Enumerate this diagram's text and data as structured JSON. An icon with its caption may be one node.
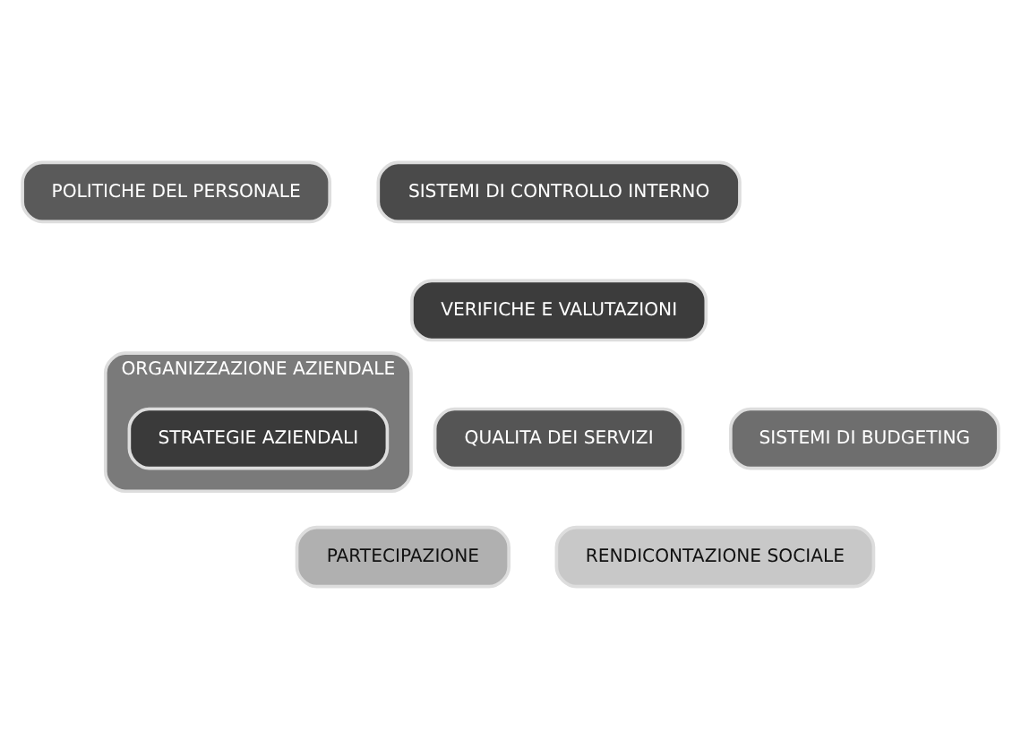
{
  "diagram": {
    "nodes": [
      {
        "text": [
          "POLITICHE DEL PERSONALE"
        ]
      },
      {
        "text": [
          "SISTEMI DI CONTROLLO INTERNO"
        ]
      },
      {
        "text": [
          "VERIFICHE E VALUTAZIONI"
        ]
      },
      {
        "text": [
          "ORGANIZZAZIONE AZIENDALE"
        ]
      },
      {
        "text": [
          "QUALITA DEI SERVIZI"
        ]
      },
      {
        "text": [
          "SISTEMI DI BUDGETING"
        ]
      },
      {
        "text": [
          "STRATEGIE AZIENDALI"
        ],
        "in": 3
      },
      {
        "text": [
          "PARTECIPAZIONE"
        ]
      },
      {
        "text": [
          "RENDICONTAZIONE SOCIALE"
        ]
      }
    ]
  }
}
